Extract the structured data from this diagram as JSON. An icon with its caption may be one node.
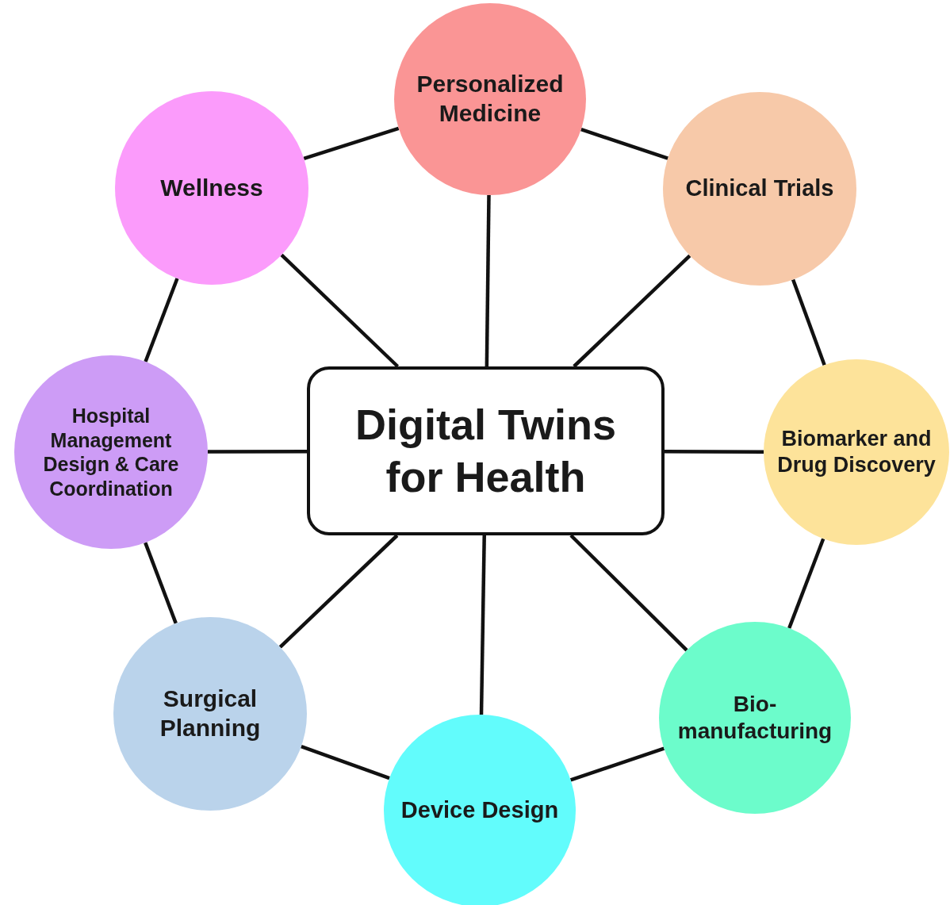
{
  "diagram": {
    "nodes": [
      {
        "text": [
          "Digital Twins for Health"
        ]
      },
      {
        "text": [
          "Personalized Medicine"
        ]
      },
      {
        "text": [
          "Clinical Trials"
        ]
      },
      {
        "text": [
          "Biomarker and Drug Discovery"
        ]
      },
      {
        "text": [
          "Bio-manufacturing"
        ]
      },
      {
        "text": [
          "Device Design"
        ]
      },
      {
        "text": [
          "Surgical Planning"
        ]
      },
      {
        "text": [
          "Hospital Management Design & Care Coordination"
        ]
      },
      {
        "text": [
          "Wellness"
        ]
      }
    ],
    "edges": [
      {
        "from": 0,
        "to": 1,
        "arrow": "none"
      },
      {
        "from": 0,
        "to": 2,
        "arrow": "none"
      },
      {
        "from": 0,
        "to": 3,
        "arrow": "none"
      },
      {
        "from": 0,
        "to": 4,
        "arrow": "none"
      },
      {
        "from": 0,
        "to": 5,
        "arrow": "none"
      },
      {
        "from": 0,
        "to": 6,
        "arrow": "none"
      },
      {
        "from": 0,
        "to": 7,
        "arrow": "none"
      },
      {
        "from": 0,
        "to": 8,
        "arrow": "none"
      },
      {
        "from": 8,
        "to": 1,
        "arrow": "none"
      },
      {
        "from": 1,
        "to": 2,
        "arrow": "none"
      },
      {
        "from": 2,
        "to": 3,
        "arrow": "none"
      },
      {
        "from": 3,
        "to": 4,
        "arrow": "none"
      },
      {
        "from": 4,
        "to": 5,
        "arrow": "none"
      },
      {
        "from": 5,
        "to": 6,
        "arrow": "none"
      },
      {
        "from": 6,
        "to": 7,
        "arrow": "none"
      },
      {
        "from": 7,
        "to": 8,
        "arrow": "none"
      }
    ]
  }
}
